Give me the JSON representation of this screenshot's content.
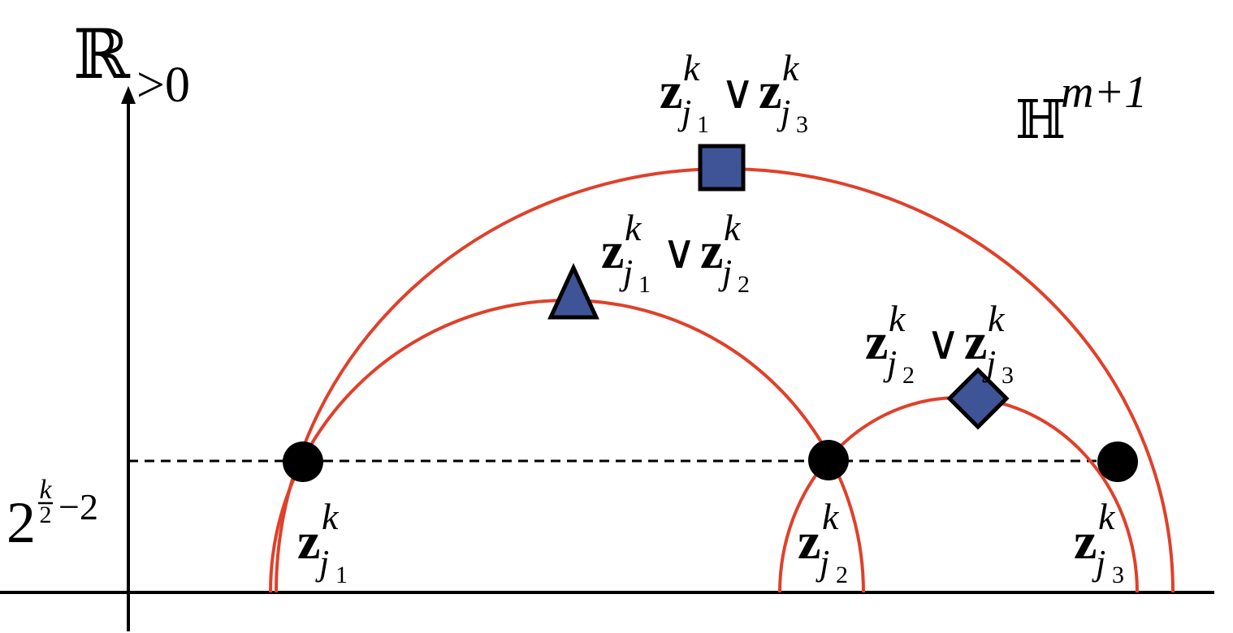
{
  "axis_label": {
    "R": "ℝ",
    "sub": ">0"
  },
  "space_label": {
    "H": "ℍ",
    "sup": "m+1"
  },
  "y_tick": {
    "base": "2",
    "exp_num": "k",
    "exp_den": "2",
    "exp_tail": "−2"
  },
  "points": {
    "z1": {
      "z": "z",
      "sup": "k",
      "sub_var": "j",
      "sub_idx": "1"
    },
    "z2": {
      "z": "z",
      "sup": "k",
      "sub_var": "j",
      "sub_idx": "2"
    },
    "z3": {
      "z": "z",
      "sup": "k",
      "sub_var": "j",
      "sub_idx": "3"
    }
  },
  "joins": {
    "j12": {
      "left_idx": "1",
      "right_idx": "2",
      "op": "∨",
      "marker": "triangle"
    },
    "j13": {
      "left_idx": "1",
      "right_idx": "3",
      "op": "∨",
      "marker": "square"
    },
    "j23": {
      "left_idx": "2",
      "right_idx": "3",
      "op": "∨",
      "marker": "diamond"
    }
  },
  "colors": {
    "geodesic": "#e0402a",
    "marker_fill": "#3e5496",
    "marker_stroke": "#000000",
    "point_fill": "#000000",
    "axis": "#000000"
  }
}
